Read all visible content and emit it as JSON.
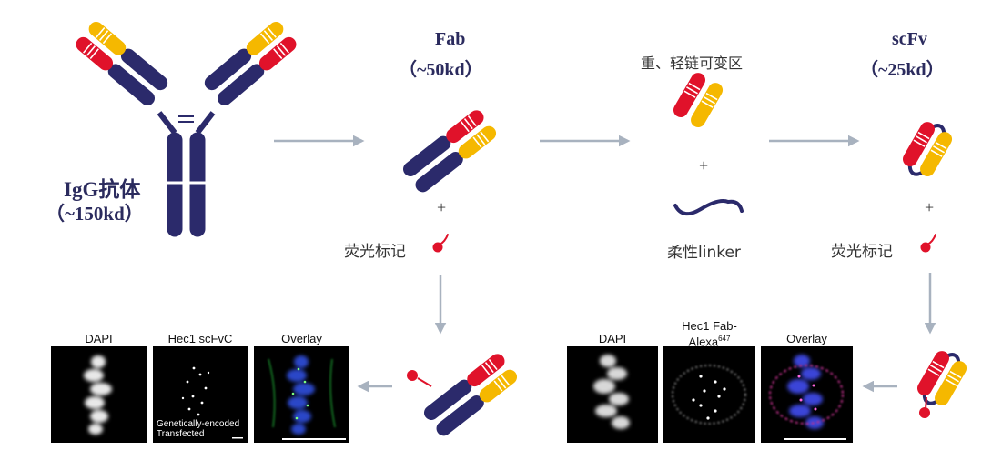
{
  "labels": {
    "igg_title": "IgG抗体",
    "igg_mass": "（~150kd）",
    "fab_title": "Fab",
    "fab_mass": "（~50kd）",
    "vregion_title": "重、轻链可变区",
    "scfv_title": "scFv",
    "scfv_mass": "（~25kd）",
    "plus": "+",
    "fluor_label": "荧光标记",
    "linker_label": "柔性linker"
  },
  "micrographs_left": {
    "panels": [
      {
        "title": "DAPI"
      },
      {
        "title": "Hec1 scFvC"
      },
      {
        "title": "Overlay"
      }
    ],
    "note_line1": "Genetically-encoded",
    "note_line2": "Transfected"
  },
  "micrographs_right": {
    "panels": [
      {
        "title": "DAPI"
      },
      {
        "title": "Hec1 Fab-",
        "title2": "Alexa",
        "sup": "647"
      },
      {
        "title": "Overlay"
      }
    ]
  },
  "colors": {
    "heavy_chain": "#2b2a6b",
    "light_chain": "#f5b800",
    "variable_region": "#e0122a",
    "arrow": "#a8b2bf",
    "label_text": "#2b2b5e",
    "dye": "#e0122a"
  },
  "icons": [
    "igg-antibody-icon",
    "fab-fragment-icon",
    "variable-region-icon",
    "scfv-icon",
    "linker-icon",
    "fluorescent-dye-icon",
    "arrow-right-icon",
    "arrow-down-icon",
    "arrow-left-icon"
  ]
}
